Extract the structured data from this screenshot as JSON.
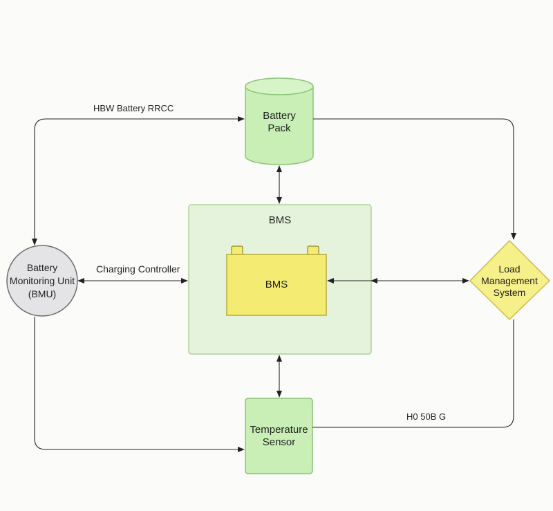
{
  "nodes": {
    "battery_pack": "Battery\nPack",
    "bms_container": "BMS",
    "bms_core": "BMS",
    "bmu": "Battery\nMonitoring Unit\n(BMU)",
    "load": "Load\nManagement\nSystem",
    "temp": "Temperature\nSensor"
  },
  "edge_labels": {
    "top_left": "HBW Battery RRCC",
    "charging": "Charging Controller",
    "bottom_right": "H0 50B G"
  },
  "colors": {
    "green_fill": "#c9efb7",
    "green_stroke": "#8cc47a",
    "container_fill": "#e6f3dc",
    "container_stroke": "#a9d29a",
    "yellow_fill": "#f4ec72",
    "yellow_stroke": "#c6b83a",
    "circle_fill": "#e4e4e6",
    "circle_stroke": "#6d6d6d",
    "diamond_fill": "#f6f08a",
    "diamond_stroke": "#c9bb4a",
    "line": "#222222"
  }
}
